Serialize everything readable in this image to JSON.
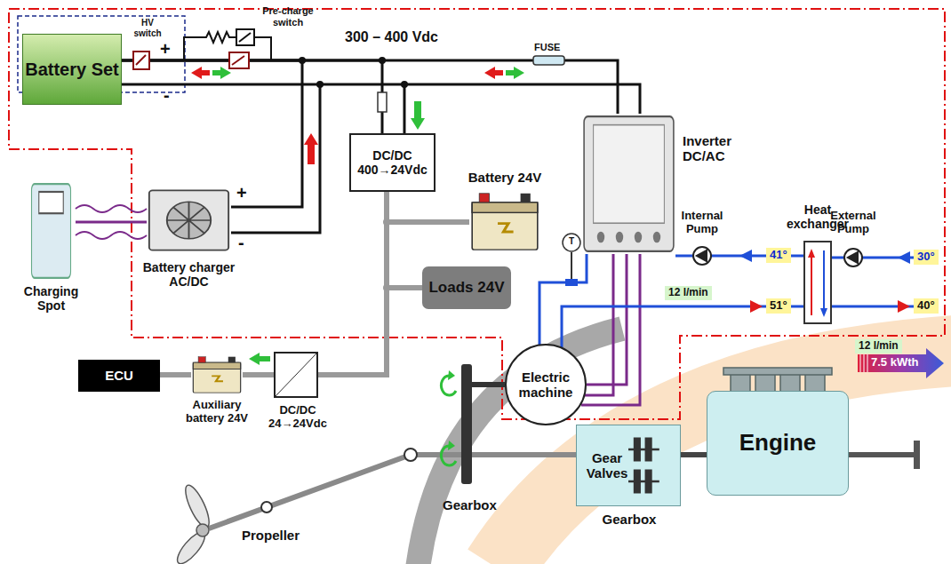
{
  "diagram": {
    "nodes": [
      {
        "text": [
          "Battery Set"
        ]
      },
      {
        "text": [
          "DC/DC 400→24Vdc"
        ]
      },
      {
        "text": [
          "Inverter DC/AC"
        ]
      },
      {
        "text": [
          "Battery 24V"
        ]
      },
      {
        "text": [
          "Battery charger AC/DC"
        ]
      },
      {
        "text": [
          "Charging Spot"
        ]
      },
      {
        "text": [
          "Loads 24V"
        ]
      },
      {
        "text": [
          "ECU"
        ]
      },
      {
        "text": [
          "Auxiliary battery 24V"
        ]
      },
      {
        "text": [
          "DC/DC 24→24Vdc"
        ]
      },
      {
        "text": [
          "Electric machine"
        ]
      },
      {
        "text": [
          "Engine"
        ]
      },
      {
        "text": [
          "Gear Valves",
          "Gearbox"
        ]
      }
    ],
    "edges": [
      {
        "from": 0,
        "to": 2,
        "arrow": "none"
      },
      {
        "from": 4,
        "to": 0,
        "arrow": "none"
      },
      {
        "from": 0,
        "to": 1,
        "arrow": "none"
      },
      {
        "from": 1,
        "to": 3,
        "arrow": "none"
      },
      {
        "from": 1,
        "to": 6,
        "arrow": "none"
      },
      {
        "from": 1,
        "to": 9,
        "arrow": "none"
      },
      {
        "from": 9,
        "to": 8,
        "arrow": "none"
      },
      {
        "from": 8,
        "to": 7,
        "arrow": "none"
      },
      {
        "from": 5,
        "to": 4,
        "arrow": "none"
      },
      {
        "from": 2,
        "to": 10,
        "arrow": "none"
      },
      {
        "from": 12,
        "to": 11,
        "arrow": "none"
      }
    ],
    "labels": [
      "HV switch",
      "Pre-charge switch",
      "+",
      "-",
      "300 – 400 Vdc",
      "FUSE",
      "+",
      "-",
      "T",
      "Internal Pump",
      "Heat exchanger",
      "External Pump",
      "41°",
      "51°",
      "30°",
      "40°",
      "12 l/min",
      "12 l/min",
      "7.5 kWth",
      "Gearbox",
      "Propeller"
    ]
  }
}
